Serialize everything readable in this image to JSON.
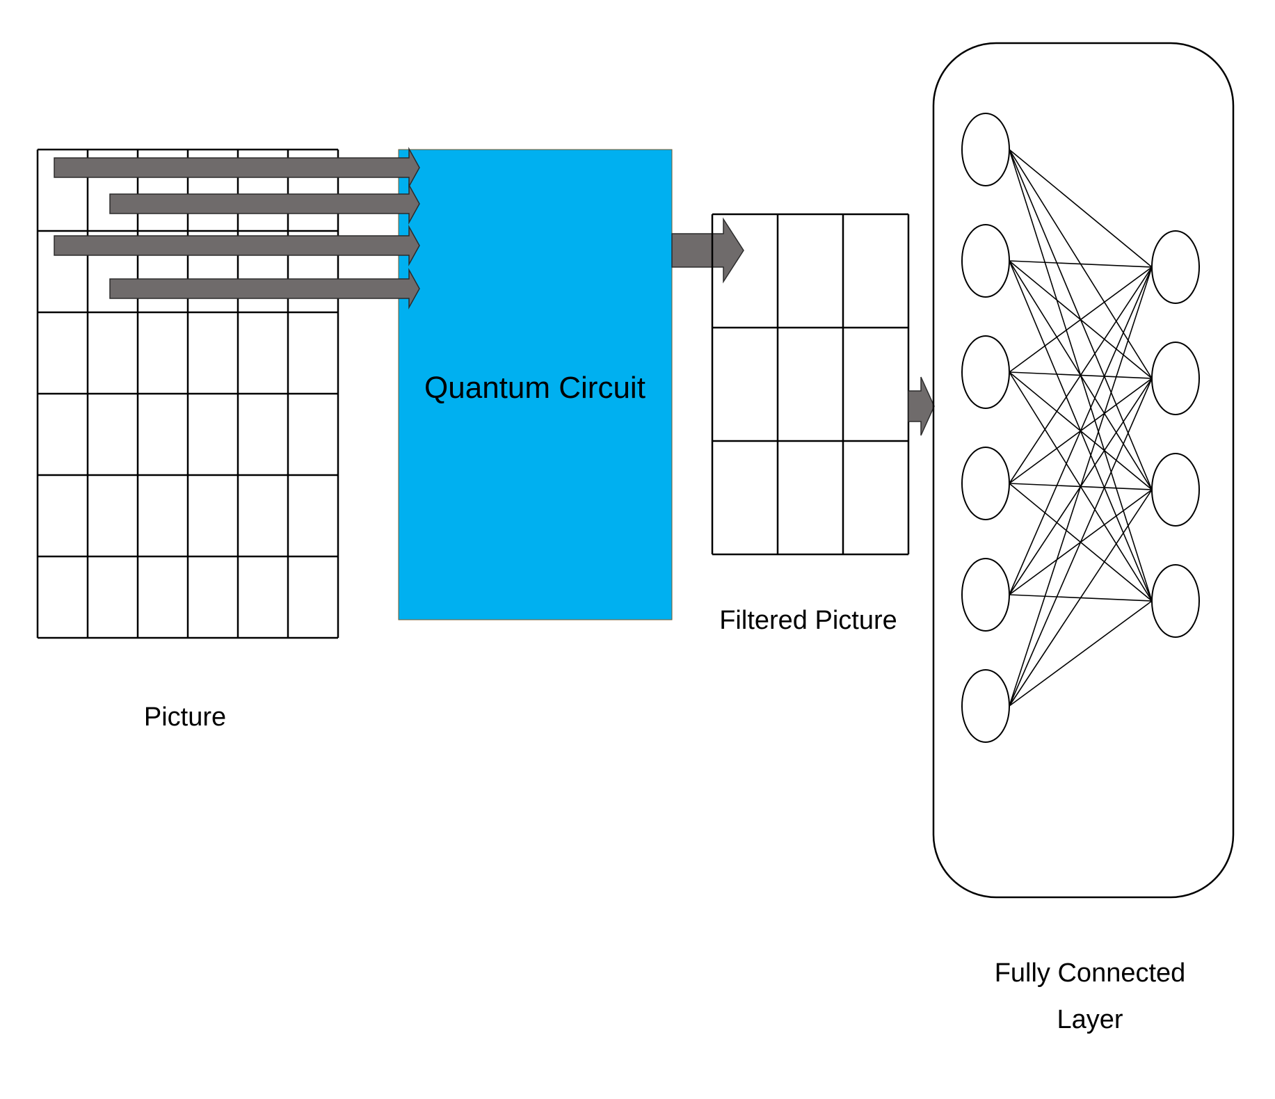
{
  "diagram": {
    "picture": {
      "label": "Picture",
      "rows": 6,
      "cols": 6
    },
    "quantum_circuit": {
      "label": "Quantum Circuit",
      "fill_color": "#00b0f0",
      "text_color": "#e0101e"
    },
    "filtered_picture": {
      "label": "Filtered Picture",
      "rows": 3,
      "cols": 3
    },
    "fully_connected_layer": {
      "label_line1": "Fully Connected",
      "label_line2": "Layer",
      "input_nodes": 6,
      "output_nodes": 4
    },
    "arrow_color": "#6f6b6b"
  }
}
